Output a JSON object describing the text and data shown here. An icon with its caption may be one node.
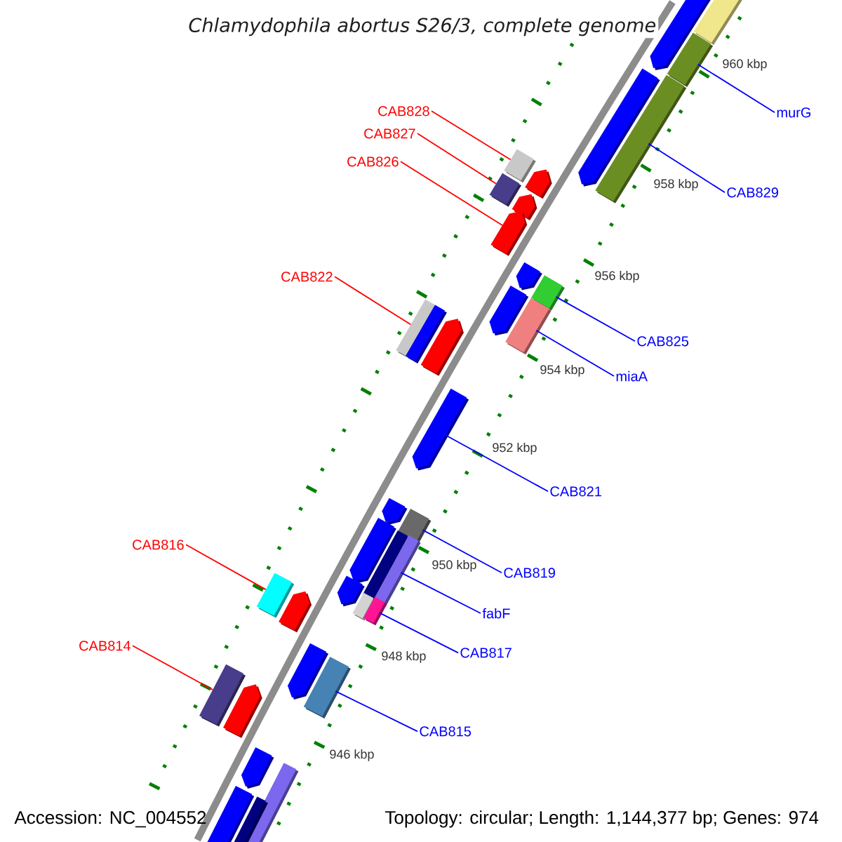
{
  "diagram": {
    "title": "Chlamydophila abortus S26/3, complete genome",
    "nodes": [
      {
        "text": [
          "CAB828"
        ]
      },
      {
        "text": [
          "murG"
        ]
      },
      {
        "text": [
          "CAB827"
        ]
      },
      {
        "text": [
          "CAB826"
        ]
      },
      {
        "text": [
          "CAB829"
        ]
      },
      {
        "text": [
          "CAB822"
        ]
      },
      {
        "text": [
          "CAB825"
        ]
      },
      {
        "text": [
          "miaA"
        ]
      },
      {
        "text": [
          "CAB821"
        ]
      },
      {
        "text": [
          "CAB816"
        ]
      },
      {
        "text": [
          "CAB819"
        ]
      },
      {
        "text": [
          "fabF"
        ]
      },
      {
        "text": [
          "CAB814"
        ]
      },
      {
        "text": [
          "CAB817"
        ]
      },
      {
        "text": [
          "CAB815"
        ]
      },
      {
        "text": [],
        "shape": "box"
      },
      {
        "text": [],
        "shape": "pentagon"
      },
      {
        "text": [],
        "shape": "box"
      },
      {
        "text": [],
        "shape": "pentagon"
      },
      {
        "text": [],
        "shape": "box"
      },
      {
        "text": [],
        "shape": "box"
      },
      {
        "text": [],
        "shape": "pentagon"
      },
      {
        "text": [],
        "shape": "box"
      },
      {
        "text": [],
        "shape": "pentagon"
      },
      {
        "text": [],
        "shape": "pentagon"
      },
      {
        "text": [],
        "shape": "pentagon"
      },
      {
        "text": [],
        "shape": "box"
      },
      {
        "text": [],
        "shape": "pentagon"
      },
      {
        "text": [],
        "shape": "box"
      },
      {
        "text": [],
        "shape": "box"
      },
      {
        "text": [],
        "shape": "box"
      },
      {
        "text": [],
        "shape": "pentagon"
      },
      {
        "text": [],
        "shape": "pentagon"
      },
      {
        "text": [],
        "shape": "pentagon"
      },
      {
        "text": [],
        "shape": "box"
      },
      {
        "text": [],
        "shape": "pentagon"
      },
      {
        "text": [],
        "shape": "box"
      },
      {
        "text": [],
        "shape": "box"
      },
      {
        "text": [],
        "shape": "pentagon"
      },
      {
        "text": [],
        "shape": "box"
      },
      {
        "text": [],
        "shape": "box"
      },
      {
        "text": [],
        "shape": "pentagon"
      },
      {
        "text": [],
        "shape": "box"
      },
      {
        "text": [],
        "shape": "pentagon"
      },
      {
        "text": [],
        "shape": "box"
      },
      {
        "text": [],
        "shape": "box"
      },
      {
        "text": [],
        "shape": "pentagon"
      },
      {
        "text": [],
        "shape": "pentagon"
      },
      {
        "text": [],
        "shape": "box"
      },
      {
        "text": [],
        "shape": "box"
      },
      {
        "text": [],
        "shape": "box"
      }
    ],
    "edges": [
      {
        "from": 0,
        "to": 20,
        "arrow": "none",
        "color": "#ff0000"
      },
      {
        "from": 1,
        "to": 17,
        "arrow": "none"
      },
      {
        "from": 2,
        "to": 22,
        "arrow": "none",
        "color": "#ff0000"
      },
      {
        "from": 3,
        "to": 24,
        "arrow": "none",
        "color": "#ff0000"
      },
      {
        "from": 4,
        "to": 19,
        "arrow": "none"
      },
      {
        "from": 5,
        "to": 29,
        "arrow": "none",
        "color": "#ff0000"
      },
      {
        "from": 6,
        "to": 26,
        "arrow": "none"
      },
      {
        "from": 7,
        "to": 28,
        "arrow": "none"
      },
      {
        "from": 8,
        "to": 32,
        "arrow": "none"
      },
      {
        "from": 9,
        "to": 39,
        "arrow": "none",
        "color": "#ff0000"
      },
      {
        "from": 10,
        "to": 34,
        "arrow": "none"
      },
      {
        "from": 11,
        "to": 37,
        "arrow": "none"
      },
      {
        "from": 12,
        "to": 45,
        "arrow": "none",
        "color": "#ff0000"
      },
      {
        "from": 13,
        "to": 42,
        "arrow": "none"
      },
      {
        "from": 14,
        "to": 44,
        "arrow": "none"
      }
    ],
    "labels": [
      "960 kbp",
      "958 kbp",
      "956 kbp",
      "954 kbp",
      "952 kbp",
      "950 kbp",
      "948 kbp",
      "946 kbp",
      "Accession: NC_004552",
      "Topology: circular; Length: 1,144,377 bp; Genes: 974"
    ]
  }
}
